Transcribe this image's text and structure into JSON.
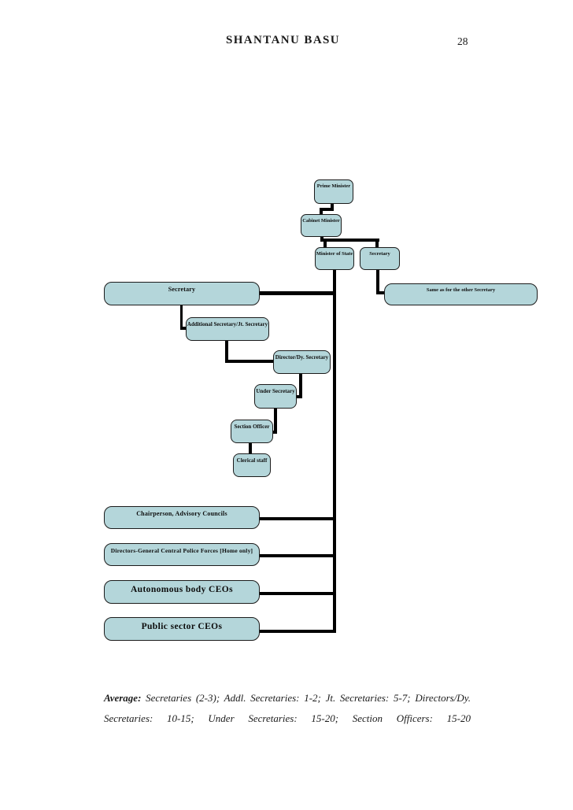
{
  "header": {
    "title": "SHANTANU BASU",
    "page_number": "28"
  },
  "diagram": {
    "type": "org-chart",
    "colors": {
      "node_fill": "#b4d6da",
      "node_border": "#1b1b1b",
      "connector": "#000000"
    },
    "nodes": {
      "prime_minister": "Prime Minister",
      "cabinet_minister": "Cabinet Minister",
      "minister_of_state": "Minister of State",
      "secretary_top": "Secretary",
      "secretary_main": "Secretary",
      "same_as_other": "Same as for the other Secretary",
      "additional_secretary": "Additional Secretary/Jt. Secretary",
      "director_dy_secretary": "Director/Dy. Secretary",
      "under_secretary": "Under Secretary",
      "section_officer": "Section Officer",
      "clerical_staff": "Clerical staff",
      "chairperson_advisory": "Chairperson, Advisory Councils",
      "directors_general": "Directors-General Central Police Forces [Home only]",
      "autonomous_ceos": "Autonomous body CEOs",
      "public_sector_ceos": "Public sector CEOs"
    },
    "edges": [
      [
        "prime_minister",
        "cabinet_minister"
      ],
      [
        "cabinet_minister",
        "minister_of_state"
      ],
      [
        "cabinet_minister",
        "secretary_top"
      ],
      [
        "secretary_top",
        "same_as_other"
      ],
      [
        "minister_of_state",
        "secretary_main"
      ],
      [
        "minister_of_state",
        "chairperson_advisory"
      ],
      [
        "minister_of_state",
        "directors_general"
      ],
      [
        "minister_of_state",
        "autonomous_ceos"
      ],
      [
        "minister_of_state",
        "public_sector_ceos"
      ],
      [
        "secretary_main",
        "additional_secretary"
      ],
      [
        "additional_secretary",
        "director_dy_secretary"
      ],
      [
        "director_dy_secretary",
        "under_secretary"
      ],
      [
        "under_secretary",
        "section_officer"
      ],
      [
        "section_officer",
        "clerical_staff"
      ]
    ]
  },
  "footer": {
    "average_label": "Average:",
    "line1": "Secretaries (2-3); Addl. Secretaries: 1-2; Jt. Secretaries: 5-7; Directors/Dy.",
    "line2": "Secretaries: 10-15; Under Secretaries: 15-20; Section Officers: 15-20"
  }
}
